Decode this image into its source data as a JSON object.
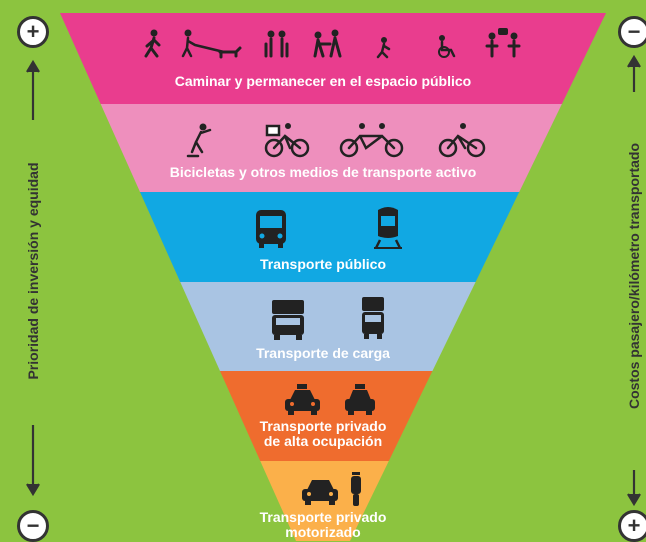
{
  "left_axis": {
    "label": "Prioridad de inversión y equidad",
    "top_symbol": "+",
    "bottom_symbol": "−"
  },
  "right_axis": {
    "label": "Costos pasajero/kilómetro transportado",
    "top_symbol": "−",
    "bottom_symbol": "+"
  },
  "tiers": [
    {
      "label": "Caminar y permanecer en el espacio público",
      "color": "#e93d8e",
      "icons": [
        "pedestrian-icon",
        "dog-walker-icon",
        "elderly-couple-icon",
        "family-icon",
        "child-icon",
        "wheelchair-icon",
        "people-talking-icon"
      ]
    },
    {
      "label": "Bicicletas y otros medios de transporte activo",
      "color": "#ee8fbd",
      "icons": [
        "skater-icon",
        "cargo-bike-icon",
        "tandem-bike-icon",
        "bicycle-icon"
      ]
    },
    {
      "label": "Transporte público",
      "color": "#11a8e3",
      "icons": [
        "bus-icon",
        "train-icon"
      ]
    },
    {
      "label": "Transporte de carga",
      "color": "#a9c4e3",
      "icons": [
        "truck-icon",
        "box-truck-icon"
      ]
    },
    {
      "label": "Transporte privado\nde alta ocupación",
      "color": "#ef6c2e",
      "icons": [
        "taxi-icon",
        "shared-taxi-icon"
      ]
    },
    {
      "label": "Transporte privado\nmotorizado",
      "color": "#fbb04a",
      "icons": [
        "car-icon",
        "scooter-icon"
      ]
    }
  ],
  "colors": {
    "background": "#8cc43f",
    "icon": "#222222",
    "text_dark": "#333333"
  }
}
